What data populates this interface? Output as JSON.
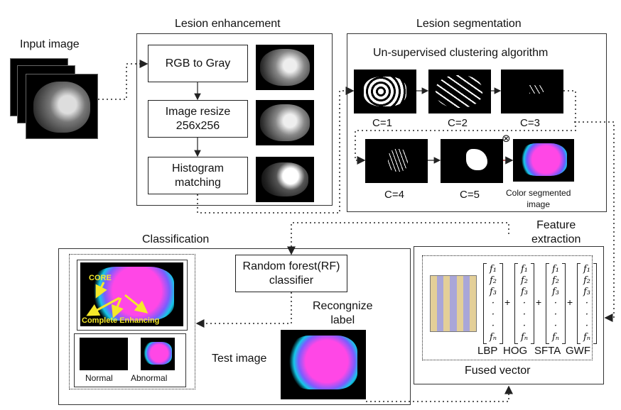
{
  "input": {
    "title": "Input image"
  },
  "enhancement": {
    "title": "Lesion enhancement",
    "steps": [
      "RGB to Gray",
      "Image resize\n256x256",
      "Histogram\nmatching"
    ]
  },
  "segmentation": {
    "title": "Lesion segmentation",
    "subtitle": "Un-supervised clustering algorithm",
    "clusters": [
      "C=1",
      "C=2",
      "C=3",
      "C=4",
      "C=5"
    ],
    "operator": "⊗",
    "color_label": "Color segmented\nimage"
  },
  "feature": {
    "title": "Feature\nextraction",
    "features": [
      "LBP",
      "HOG",
      "SFTA",
      "GWF"
    ],
    "vector_rows": [
      "f₁",
      "f₂",
      "f₃",
      "·",
      "·",
      "·",
      "fₙ"
    ],
    "plus": "+",
    "fused": "Fused vector",
    "stripe_colors": [
      "#e3cf98",
      "#a9a6d8"
    ]
  },
  "classification": {
    "title": "Classification",
    "classifier": "Random forest(RF)\nclassifier",
    "recognize": "Recongnize\nlabel",
    "test": "Test image",
    "core": "CORE",
    "complete": "Complete Enhancing",
    "normal": "Normal",
    "abnormal": "Abnormal",
    "arrow_color": "#f5e82a"
  }
}
